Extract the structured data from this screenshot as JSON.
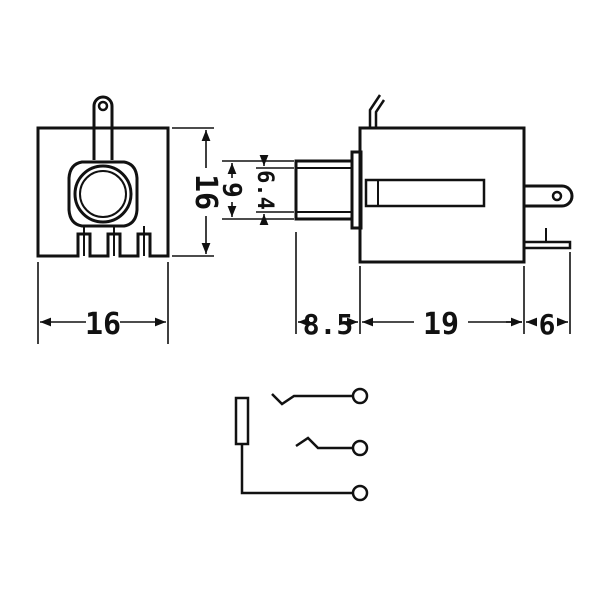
{
  "colors": {
    "ink": "#111111",
    "background": "#ffffff"
  },
  "front_view": {
    "width_label": "16",
    "height_label": "16"
  },
  "side_view": {
    "bushing_outer_label": "9",
    "bushing_thread_label": "6.4",
    "bushing_length_label": "8.5",
    "body_length_label": "19",
    "terminal_length_label": "6"
  },
  "schematic": {
    "contacts": 3
  }
}
